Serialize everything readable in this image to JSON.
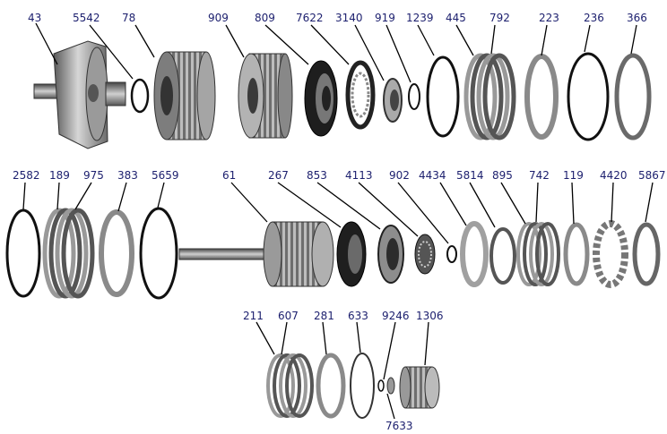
{
  "diagram": {
    "part_numbers": {
      "p43": "43",
      "p5542": "5542",
      "p78": "78",
      "p909": "909",
      "p809": "809",
      "p7622": "7622",
      "p3140": "3140",
      "p919": "919",
      "p1239": "1239",
      "p445": "445",
      "p792": "792",
      "p223": "223",
      "p236": "236",
      "p366": "366",
      "p2582": "2582",
      "p189": "189",
      "p975": "975",
      "p383": "383",
      "p5659": "5659",
      "p61": "61",
      "p267": "267",
      "p853": "853",
      "p4113": "4113",
      "p902": "902",
      "p4434": "4434",
      "p5814": "5814",
      "p895": "895",
      "p742": "742",
      "p119": "119",
      "p4420": "4420",
      "p5867": "5867",
      "p211": "211",
      "p607": "607",
      "p281": "281",
      "p633": "633",
      "p9246": "9246",
      "p1306": "1306",
      "p7633": "7633"
    },
    "colors": {
      "label": "#1c1f6e",
      "leader": "#000000"
    }
  }
}
